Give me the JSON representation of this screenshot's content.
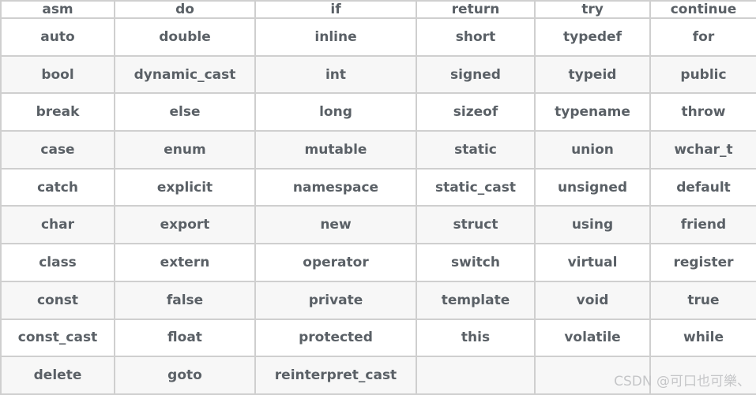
{
  "table": {
    "header": [
      "asm",
      "do",
      "if",
      "return",
      "try",
      "continue"
    ],
    "rows": [
      [
        "auto",
        "double",
        "inline",
        "short",
        "typedef",
        "for"
      ],
      [
        "bool",
        "dynamic_cast",
        "int",
        "signed",
        "typeid",
        "public"
      ],
      [
        "break",
        "else",
        "long",
        "sizeof",
        "typename",
        "throw"
      ],
      [
        "case",
        "enum",
        "mutable",
        "static",
        "union",
        "wchar_t"
      ],
      [
        "catch",
        "explicit",
        "namespace",
        "static_cast",
        "unsigned",
        "default"
      ],
      [
        "char",
        "export",
        "new",
        "struct",
        "using",
        "friend"
      ],
      [
        "class",
        "extern",
        "operator",
        "switch",
        "virtual",
        "register"
      ],
      [
        "const",
        "false",
        "private",
        "template",
        "void",
        "true"
      ],
      [
        "const_cast",
        "float",
        "protected",
        "this",
        "volatile",
        "while"
      ],
      [
        "delete",
        "goto",
        "reinterpret_cast",
        "",
        "",
        ""
      ]
    ]
  },
  "watermark": {
    "text": "CSDN @可口也可樂、"
  },
  "colors": {
    "border": "#cfcfcf",
    "stripe": "#f7f7f7",
    "cell_text": "#5a6066",
    "watermark_text": "#c5c6c8"
  }
}
